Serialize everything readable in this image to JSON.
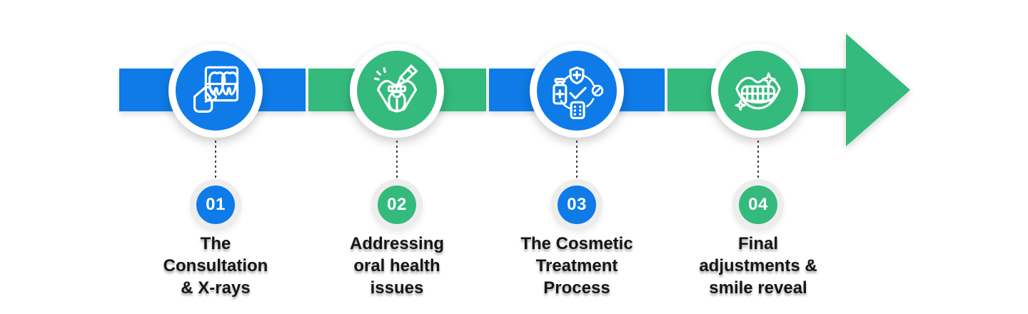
{
  "palette": {
    "blue": "#0E7BE8",
    "green": "#34BA7D",
    "text": "#161616",
    "badge_ring": "#EDEDED",
    "circle_ring": "#FFFFFF",
    "background": "#FFFFFF",
    "icon_stroke": "#FFFFFF",
    "connector_dot": "#3A3A3A"
  },
  "timeline": {
    "segments": [
      {
        "name": "segment-1",
        "color": "#0E7BE8"
      },
      {
        "name": "segment-2",
        "color": "#34BA7D"
      },
      {
        "name": "segment-3",
        "color": "#0E7BE8"
      },
      {
        "name": "segment-4",
        "color": "#34BA7D"
      }
    ],
    "arrowhead_color": "#34BA7D"
  },
  "steps": [
    {
      "number": "01",
      "circle_color": "#0E7BE8",
      "icon": "hand-holding-xray-icon",
      "label_lines": [
        "The",
        "Consultation",
        "& X-rays"
      ],
      "label": "The Consultation & X-rays"
    },
    {
      "number": "02",
      "circle_color": "#34BA7D",
      "icon": "mouth-dental-drill-icon",
      "label_lines": [
        "Addressing",
        "oral health",
        "issues"
      ],
      "label": "Addressing oral health issues"
    },
    {
      "number": "03",
      "circle_color": "#0E7BE8",
      "icon": "medication-process-icon",
      "label_lines": [
        "The Cosmetic",
        "Treatment",
        "Process"
      ],
      "label": "The Cosmetic Treatment Process"
    },
    {
      "number": "04",
      "circle_color": "#34BA7D",
      "icon": "smile-sparkle-icon",
      "label_lines": [
        "Final",
        "adjustments &",
        "smile reveal"
      ],
      "label": "Final adjustments & smile reveal"
    }
  ]
}
